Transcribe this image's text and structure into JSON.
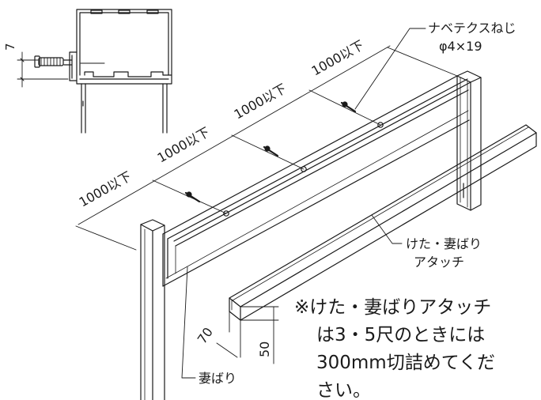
{
  "labels": {
    "screw_name": "ナベテクスねじ",
    "screw_size": "φ4×19",
    "spacing": [
      "1000以下",
      "1000以下",
      "1000以下",
      "1000以下"
    ],
    "attachment_line1": "けた・妻ばり",
    "attachment_line2": "アタッチ",
    "tsumabari": "妻ばり",
    "dim_detail": "7",
    "dim_width": "70",
    "dim_height": "50"
  },
  "note": {
    "line1": "※けた・妻ばりアタッチ",
    "line2": "は3・5尺のときには",
    "line3": "300mm切詰めてくだ",
    "line4": "さい。"
  }
}
